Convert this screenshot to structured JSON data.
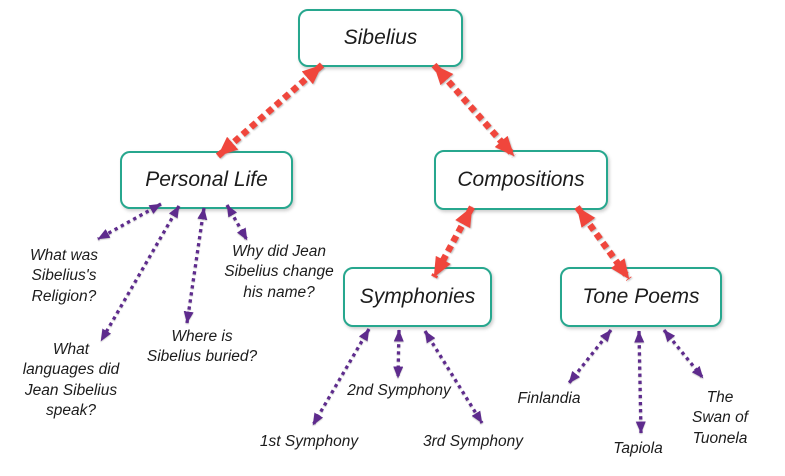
{
  "colors": {
    "background": "#ffffff",
    "box-border": "#27a78e",
    "box-fill": "#ffffff",
    "red-arrow": "#f0463c",
    "purple-arrow": "#5e2b8d",
    "text": "#1c1c1c"
  },
  "nodes": {
    "sibelius": "Sibelius",
    "personal_life": "Personal Life",
    "compositions": "Compositions",
    "symphonies": "Symphonies",
    "tone_poems": "Tone Poems"
  },
  "personal_life_questions": {
    "religion": "What was\nSibelius's\nReligion?",
    "languages": "What\nlanguages did\nJean Sibelius\nspeak?",
    "buried": "Where is\nSibelius buried?",
    "name_change": "Why did Jean\nSibelius change\nhis name?"
  },
  "symphonies_items": {
    "first": "1st Symphony",
    "second": "2nd Symphony",
    "third": "3rd Symphony"
  },
  "tone_poems_items": {
    "finlandia": "Finlandia",
    "tapiola": "Tapiola",
    "swan_of_tuonela": "The Swan of\nTuonela"
  }
}
